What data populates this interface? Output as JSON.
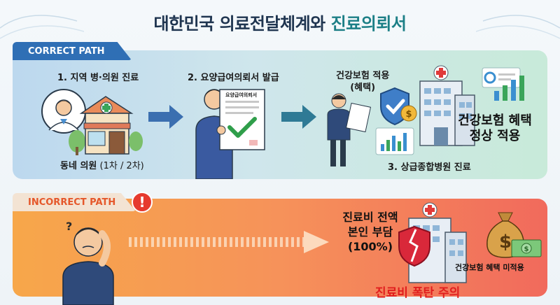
{
  "title": {
    "main": "대한민국 의료전달체계와 ",
    "accent": "진료의뢰서"
  },
  "correct": {
    "tab": "CORRECT PATH",
    "step1": "1. 지역 병·의원 진료",
    "clinic_label": "동네 의원",
    "clinic_paren": " (1차 / 2차)",
    "step2": "2. 요양급여의뢰서 발급",
    "document_title": "요양급여의뢰서",
    "insurance_line1": "건강보험 적용",
    "insurance_line2": "(혜택)",
    "step3": "3. 상급종합병원 진료",
    "benefit_line1": "건강보험 혜택",
    "benefit_line2": "정상 적용"
  },
  "incorrect": {
    "tab": "INCORRECT PATH",
    "warn": "!",
    "question": "?",
    "cost_line1": "진료비 전액",
    "cost_line2": "본인 부담",
    "cost_line3": "(100%)",
    "no_insurance": "건강보험 혜택 미적용",
    "bomb_warning": "진료비 폭탄 주의"
  },
  "colors": {
    "title": "#1f3550",
    "accent": "#1c7f86",
    "correct_tab": "#2f6fb5",
    "incorrect_tab_text": "#e5572a",
    "warning": "#e11e1e"
  }
}
